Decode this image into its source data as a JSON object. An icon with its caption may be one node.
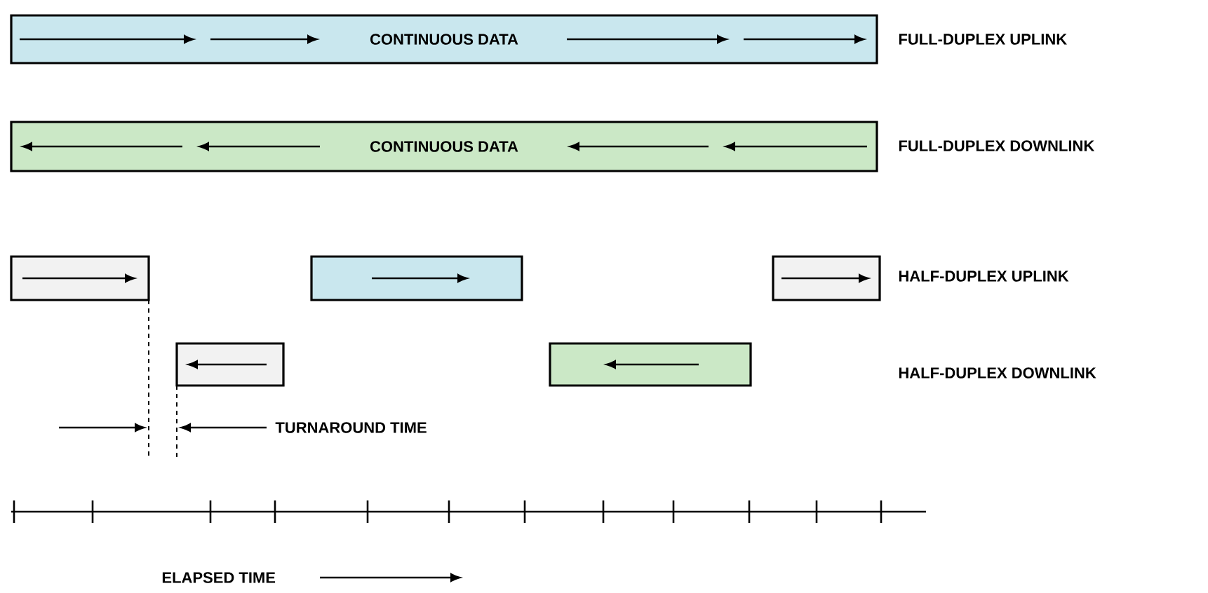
{
  "diagram": {
    "nodes": [
      {
        "text": [
          "CONTINUOUS DATA"
        ],
        "beside": [
          "FULL-DUPLEX UPLINK"
        ]
      },
      {
        "text": [
          "CONTINUOUS DATA"
        ],
        "beside": [
          "FULL-DUPLEX DOWNLINK"
        ]
      },
      {
        "text": [],
        "shape": "bar"
      },
      {
        "text": [],
        "shape": "bar"
      },
      {
        "text": [],
        "shape": "bar"
      },
      {
        "text": [],
        "shape": "bar"
      },
      {
        "text": [],
        "shape": "bar"
      }
    ],
    "labels": [
      "HALF-DUPLEX UPLINK",
      "HALF-DUPLEX DOWNLINK",
      "TURNAROUND TIME",
      "ELAPSED TIME"
    ]
  }
}
